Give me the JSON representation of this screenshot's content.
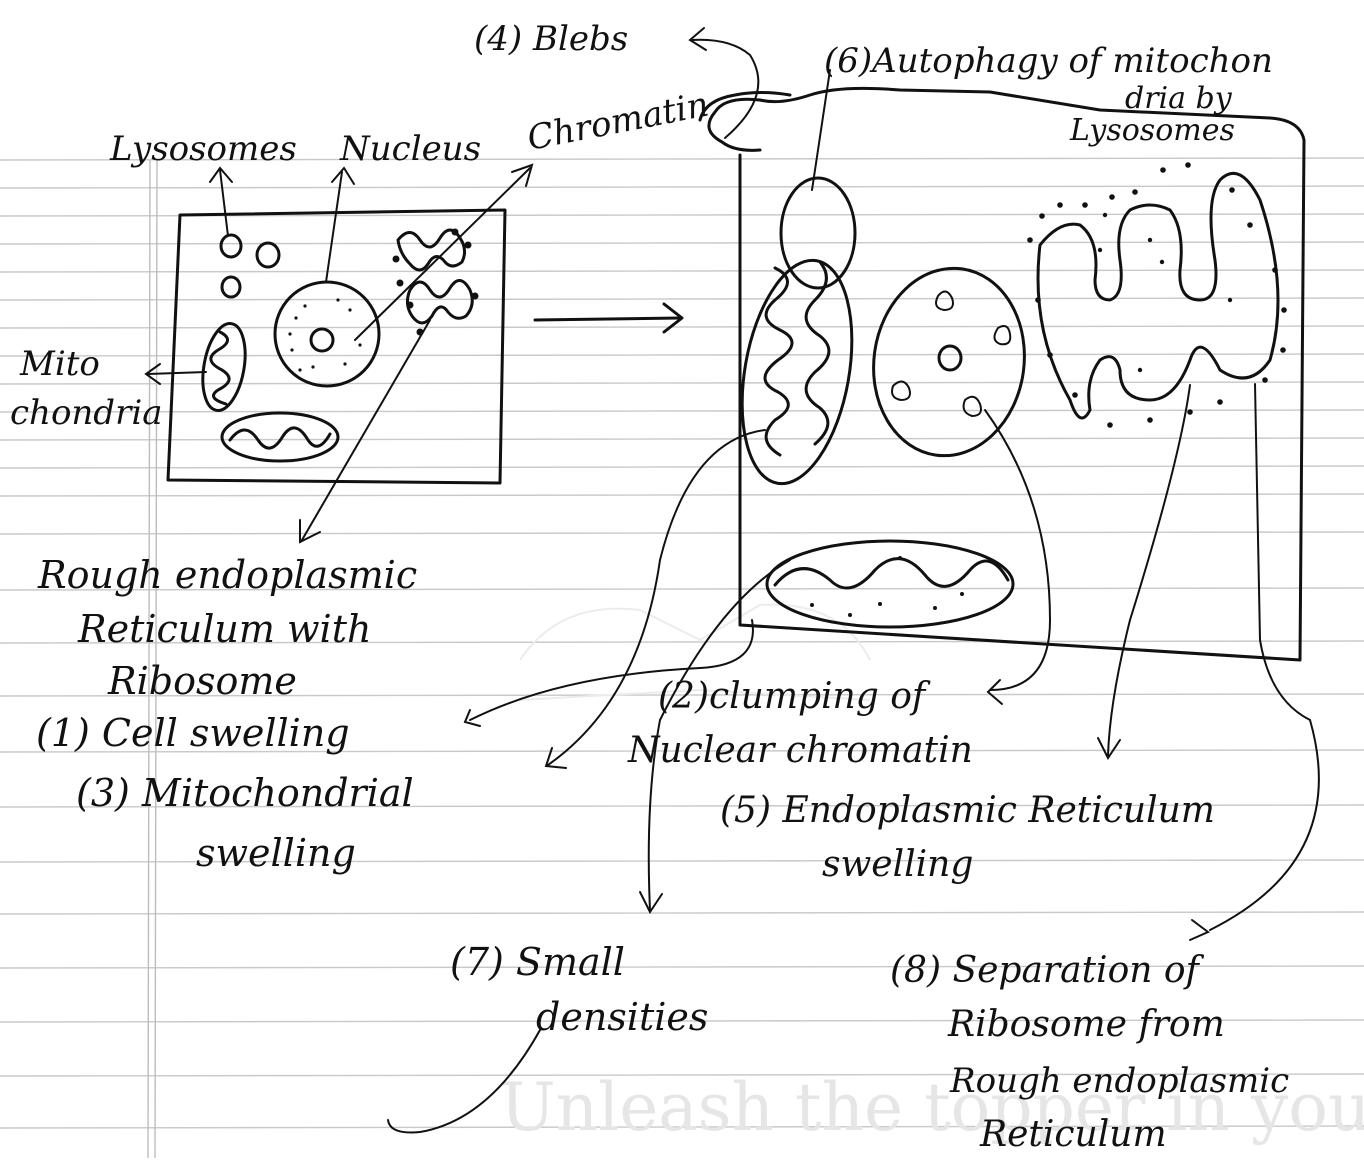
{
  "labels": {
    "lysosomes": "Lysosomes",
    "nucleus": "Nucleus",
    "chromatin": "Chromatin",
    "mitochondria_1": "Mito",
    "mitochondria_2": "chondria",
    "rer_1": "Rough endoplasmic",
    "rer_2": "Reticulum with",
    "rer_3": "Ribosome",
    "blebs": "(4) Blebs",
    "autophagy_1": "(6)Autophagy of mitochon",
    "autophagy_2": "dria by",
    "autophagy_3": "Lysosomes",
    "cell_swelling": "(1) Cell swelling",
    "clumping_1": "(2)clumping of",
    "clumping_2": "Nuclear chromatin",
    "mito_swelling_1": "(3)  Mitochondrial",
    "mito_swelling_2": "swelling",
    "er_swelling_1": "(5) Endoplasmic Reticulum",
    "er_swelling_2": "swelling",
    "small_densities_1": "(7) Small",
    "small_densities_2": "densities",
    "separation_1": "(8) Separation of",
    "separation_2": "Ribosome from",
    "separation_3": "Rough endoplasmic",
    "separation_4": "Reticulum"
  },
  "watermark": "Unleash the topper in you"
}
